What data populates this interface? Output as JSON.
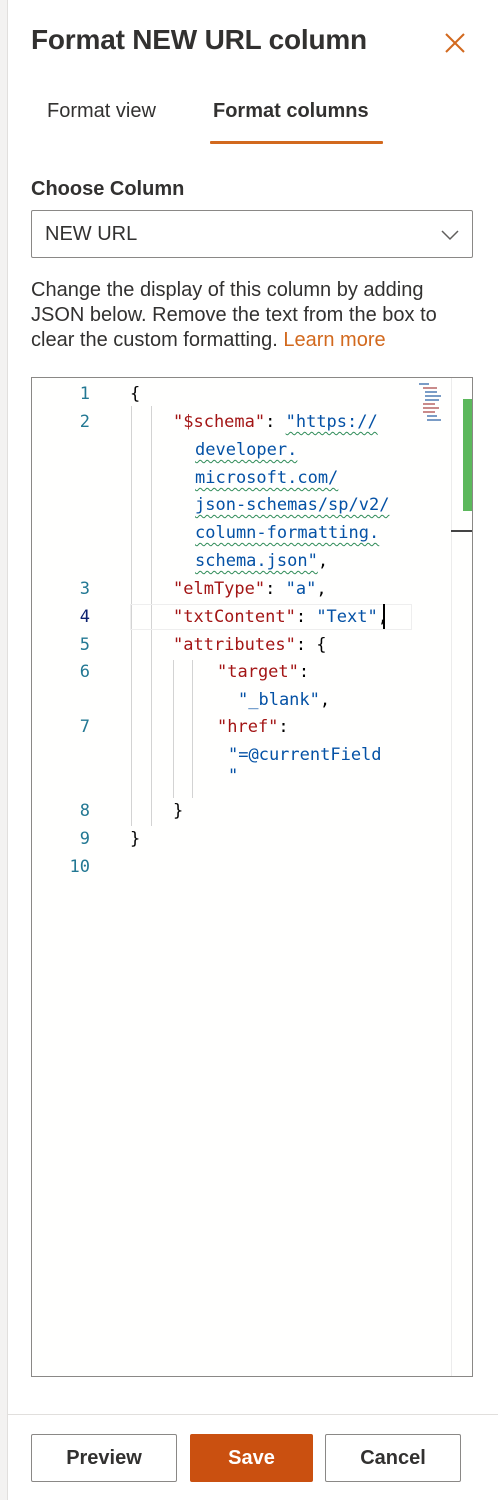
{
  "panel": {
    "title": "Format NEW URL column",
    "close_icon": "close-icon"
  },
  "tabs": [
    {
      "label": "Format view",
      "selected": false
    },
    {
      "label": "Format columns",
      "selected": true
    }
  ],
  "choose_column": {
    "label": "Choose Column",
    "selected_value": "NEW URL",
    "chevron_icon": "chevron-down-icon"
  },
  "description": {
    "text": "Change the display of this column by adding JSON below. Remove the text from the box to clear the custom formatting.",
    "link_text": "Learn more"
  },
  "editor": {
    "line_numbers": [
      "1",
      "2",
      "3",
      "4",
      "5",
      "6",
      "7",
      "8",
      "9",
      "10"
    ],
    "current_line": "4",
    "lines": {
      "l1": "{",
      "l2_key": "\"$schema\"",
      "l2_colon": ": ",
      "l2_val_1": "\"https://",
      "l2_val_2": "developer.",
      "l2_val_3": "microsoft.com/",
      "l2_val_4": "json-schemas/sp/v2/",
      "l2_val_5": "column-formatting.",
      "l2_val_6": "schema.json\"",
      "l2_comma": ",",
      "l3_key": "\"elmType\"",
      "l3_colon": ": ",
      "l3_val": "\"a\"",
      "l3_comma": ",",
      "l4_key": "\"txtContent\"",
      "l4_colon": ": ",
      "l4_val": "\"Text\"",
      "l4_comma": ",",
      "l5_key": "\"attributes\"",
      "l5_rest": ": {",
      "l6_key": "\"target\"",
      "l6_colon": ":",
      "l6_val": "\"_blank\"",
      "l6_comma": ",",
      "l7_key": "\"href\"",
      "l7_colon": ":",
      "l7_val_1": "\"=@currentField",
      "l7_val_2": "\"",
      "l8": "}",
      "l9": "}"
    },
    "colors": {
      "key": "#a31515",
      "string": "#0451a5",
      "line_number": "#237893",
      "squiggle": "#2e8b57",
      "scrollbar_thumb": "#5cb85c"
    }
  },
  "buttons": {
    "preview": "Preview",
    "save": "Save",
    "cancel": "Cancel"
  },
  "accent_color": "#ca5010"
}
